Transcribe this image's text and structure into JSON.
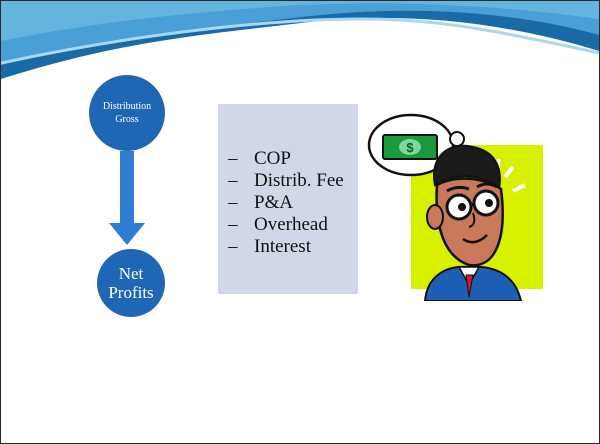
{
  "flow": {
    "top_circle": {
      "line1": "Distribution",
      "line2": "Gross"
    },
    "bottom_circle": {
      "line1": "Net",
      "line2": "Profits"
    }
  },
  "deductions": {
    "marker": "–",
    "items": [
      "COP",
      "Distrib. Fee",
      "P&A",
      "Overhead",
      "Interest"
    ]
  },
  "colors": {
    "circle_fill": "#1f66b4",
    "arrow_fill": "#2e7dd1",
    "list_box_bg": "#d0d8e8",
    "header_wave": "#1a6aa8",
    "cartoon_bg": "#d7f000"
  },
  "illustration": {
    "icon": "thinking-about-money-cartoon",
    "bubble_symbol": "$"
  }
}
